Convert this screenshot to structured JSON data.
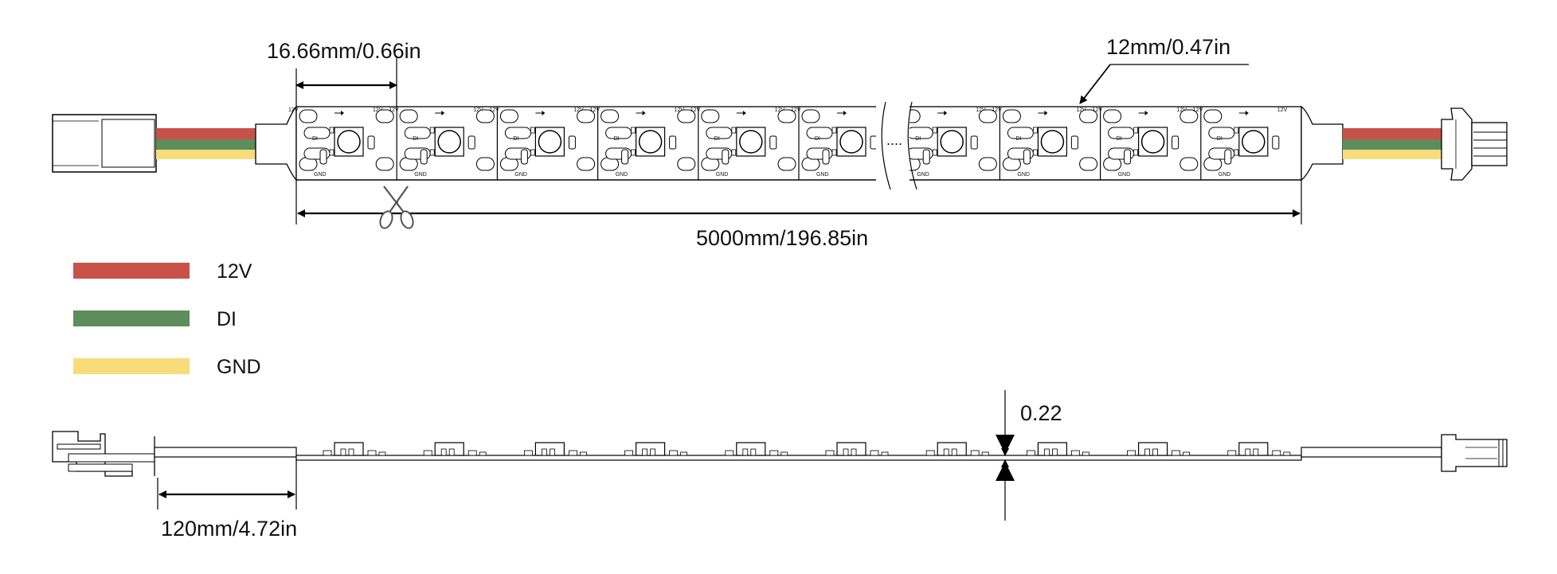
{
  "dimensions": {
    "pitch": "16.66mm/0.66in",
    "width": "12mm/0.47in",
    "length": "5000mm/196.85in",
    "lead": "120mm/4.72in",
    "thickness": "0.22"
  },
  "legend": [
    {
      "label": "12V",
      "color": "#c8524a"
    },
    {
      "label": "DI",
      "color": "#5e8c5a"
    },
    {
      "label": "GND",
      "color": "#f8dc7c"
    }
  ],
  "pad_labels": {
    "top_left": "12V",
    "top_right": "12V",
    "mid": "DI",
    "bottom": "GND"
  },
  "gap_marker": "....",
  "icons": {
    "cut": "scissors-icon",
    "arrow": "arrow-right-icon"
  }
}
